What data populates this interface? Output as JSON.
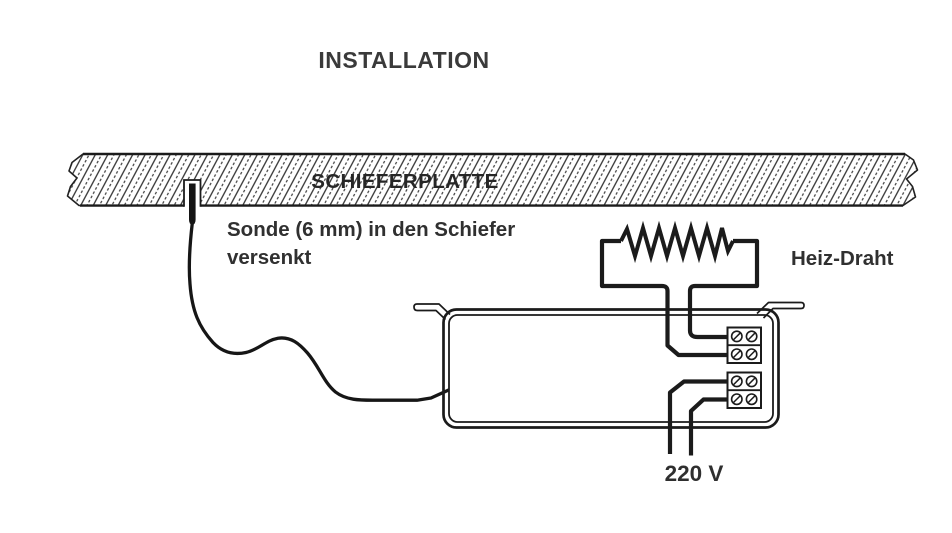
{
  "title": "INSTALLATION",
  "diagram": {
    "plate_label": "SCHIEFERPLATTE",
    "probe_caption_line1": "Sonde (6 mm) in den Schiefer",
    "probe_caption_line2": "versenkt",
    "heater_label": "Heiz-Draht",
    "voltage_label": "220 V"
  },
  "colors": {
    "ink": "#1b1b1b",
    "text": "#333333",
    "background": "#ffffff"
  }
}
